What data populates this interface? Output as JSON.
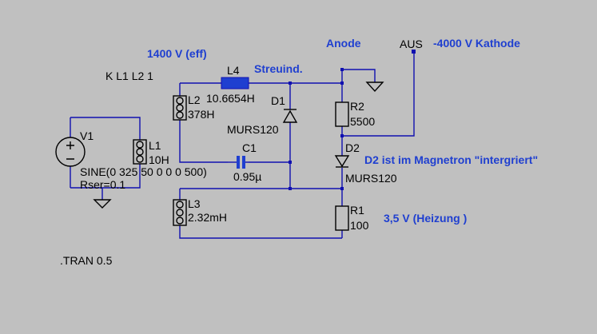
{
  "annotations": {
    "voltage_eff": "1400 V (eff)",
    "stray": "Streuind.",
    "coupling": "K L1 L2 1",
    "anode": "Anode",
    "aus": "AUS",
    "cathode": "-4000 V Kathode",
    "d2_note": "D2 ist im Magnetron \"intergriert\"",
    "heater": "3,5 V  (Heizung )",
    "tran": ".TRAN 0.5"
  },
  "components": {
    "L4": {
      "name": "L4",
      "value": "10.6654H"
    },
    "L2": {
      "name": "L2",
      "value": "378H"
    },
    "L1": {
      "name": "L1",
      "value": "10H"
    },
    "L3": {
      "name": "L3",
      "value": "2.32mH"
    },
    "D1": {
      "name": "D1",
      "value": "MURS120"
    },
    "D2": {
      "name": "D2",
      "value": "MURS120"
    },
    "C1": {
      "name": "C1",
      "value": "0.95µ"
    },
    "R1": {
      "name": "R1",
      "value": "100"
    },
    "R2": {
      "name": "R2",
      "value": "5500"
    },
    "V1": {
      "name": "V1",
      "source": "SINE(0 325 50 0 0 0 500)",
      "rser": "Rser=0.1"
    }
  },
  "colors": {
    "background": "#c0c0c0",
    "wire": "#1010b0",
    "annotation": "#1f3fd0"
  }
}
